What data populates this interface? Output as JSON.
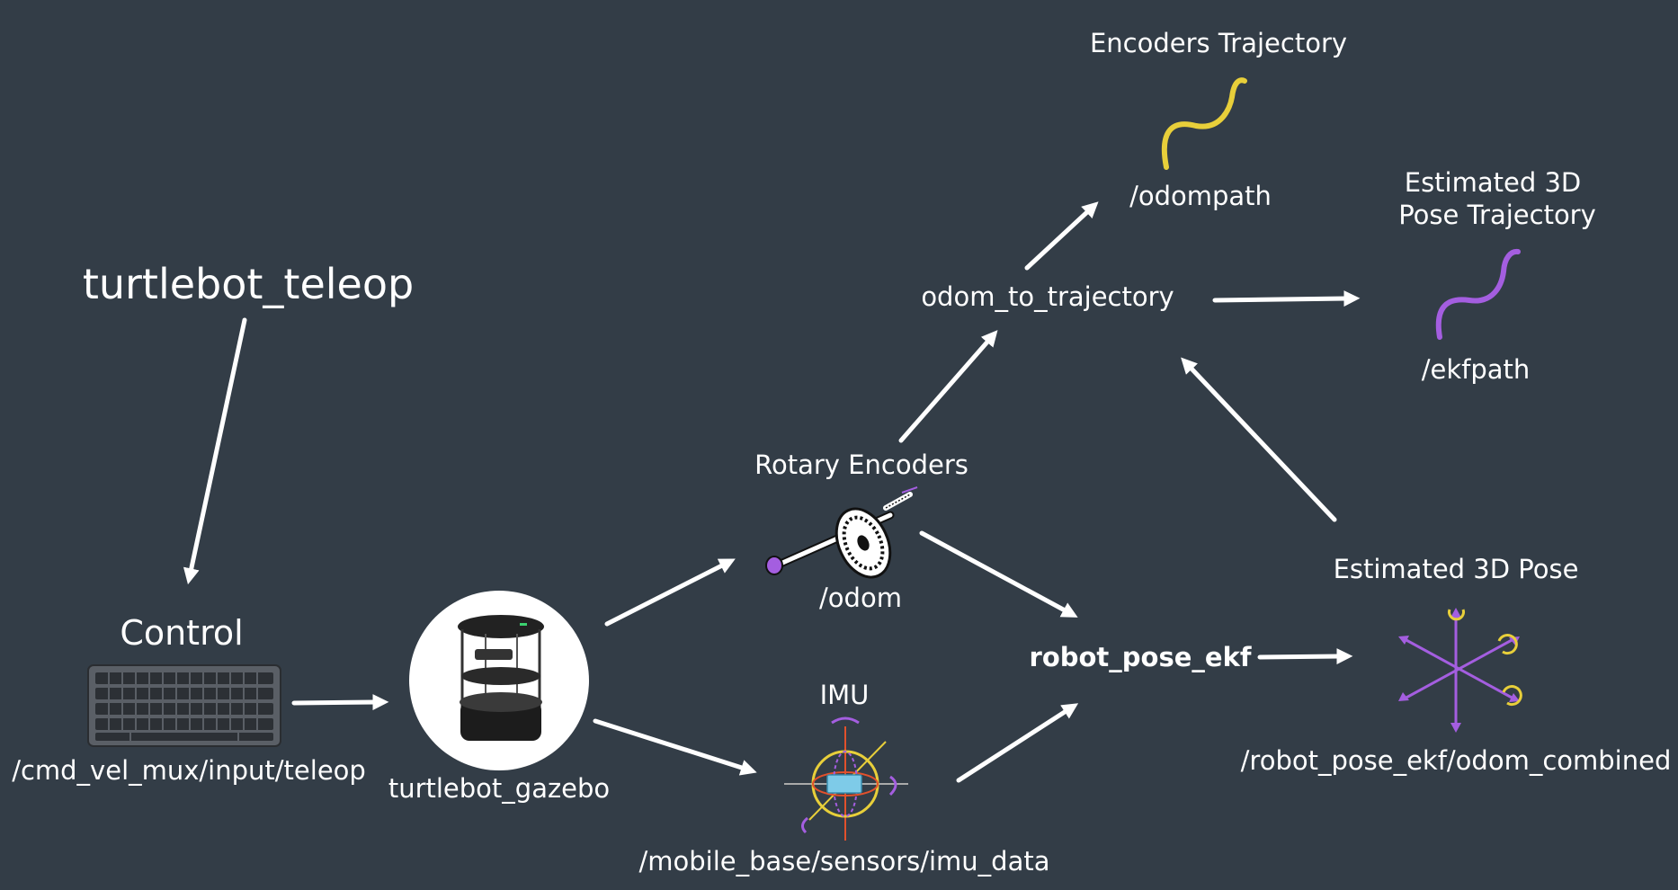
{
  "nodes": {
    "teleop": "turtlebot_teleop",
    "control": "Control",
    "cmd_vel_topic": "/cmd_vel_mux/input/teleop",
    "gazebo": "turtlebot_gazebo",
    "rotary_encoders": "Rotary Encoders",
    "odom_topic": "/odom",
    "imu": "IMU",
    "imu_topic": "/mobile_base/sensors/imu_data",
    "odom_to_trajectory": "odom_to_trajectory",
    "encoders_trajectory": "Encoders Trajectory",
    "odompath_topic": "/odompath",
    "estimated_traj_line1": "Estimated 3D",
    "estimated_traj_line2": "Pose Trajectory",
    "ekfpath_topic": "/ekfpath",
    "robot_pose_ekf": "robot_pose_ekf",
    "estimated_pose": "Estimated 3D Pose",
    "odom_combined_topic": "/robot_pose_ekf/odom_combined"
  },
  "colors": {
    "background": "#333d47",
    "arrow": "#ffffff",
    "encoders_trajectory_curve": "#e8cf3a",
    "ekf_trajectory_curve": "#a45ee0",
    "pose_axes": "#a45ee0",
    "pose_rotation_markers": "#e8cf3a",
    "imu_body": "#7ecbe8",
    "imu_ring": "#e8cf3a"
  },
  "icons": {
    "control": "keyboard-icon",
    "gazebo": "turtlebot-robot-icon",
    "encoder": "rotary-encoder-icon",
    "imu": "imu-sensor-icon",
    "odompath": "trajectory-curve-icon",
    "ekfpath": "trajectory-curve-icon",
    "pose": "3d-axes-icon"
  }
}
